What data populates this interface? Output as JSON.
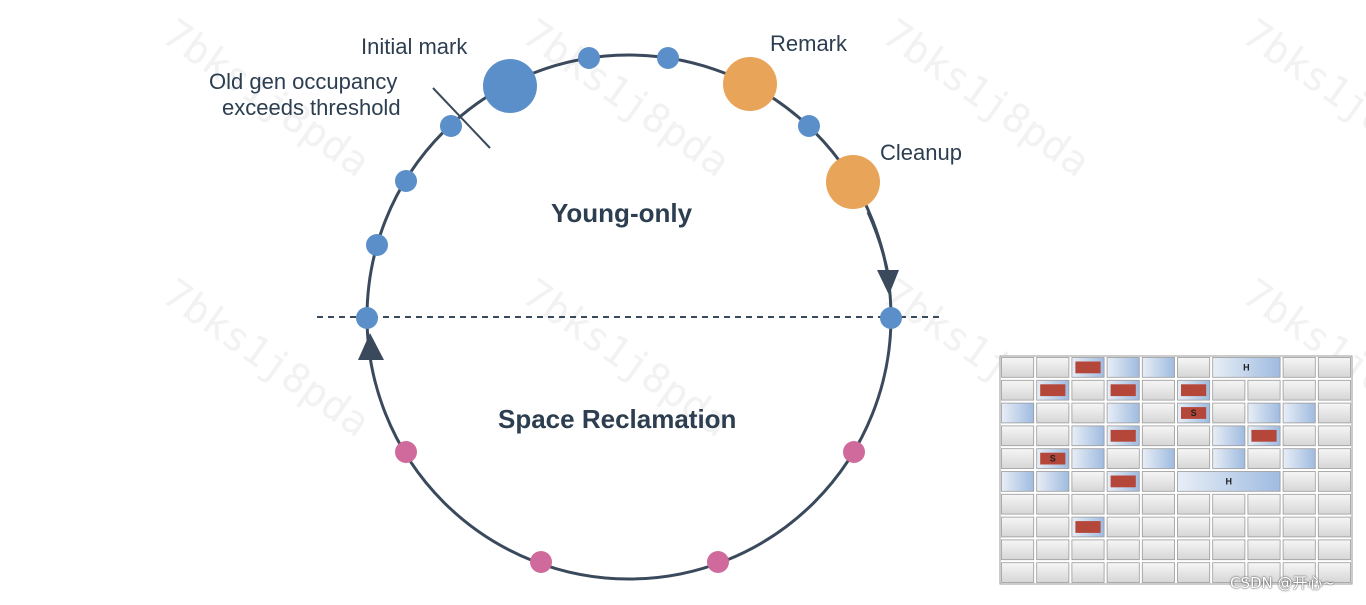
{
  "labels": {
    "initial_mark": "Initial mark",
    "old_gen_line1": "Old gen occupancy",
    "old_gen_line2": "exceeds threshold",
    "remark": "Remark",
    "cleanup": "Cleanup",
    "young_only": "Young-only",
    "space_reclamation": "Space Reclamation"
  },
  "watermark": "7bks1j8pda",
  "credit": "CSDN @开心~",
  "colors": {
    "ring": "#3a4a5c",
    "young_gc": "#5b8fc9",
    "concurrent_phase": "#e8a55a",
    "mixed_gc": "#d06a9c",
    "region_border": "#9a9a9a",
    "region_fill": "#e6e6e6",
    "region_blue": "#b8cde6",
    "region_red": "#b5473a"
  },
  "heap_regions": {
    "rows": 10,
    "cols": 10,
    "blue": [
      [
        0,
        2
      ],
      [
        0,
        3
      ],
      [
        0,
        4
      ],
      [
        0,
        6
      ],
      [
        0,
        7
      ],
      [
        1,
        1
      ],
      [
        1,
        3
      ],
      [
        1,
        5
      ],
      [
        2,
        0
      ],
      [
        2,
        3
      ],
      [
        2,
        5
      ],
      [
        2,
        7
      ],
      [
        2,
        8
      ],
      [
        3,
        2
      ],
      [
        3,
        3
      ],
      [
        3,
        6
      ],
      [
        3,
        7
      ],
      [
        4,
        1
      ],
      [
        4,
        2
      ],
      [
        4,
        4
      ],
      [
        4,
        6
      ],
      [
        4,
        8
      ],
      [
        5,
        0
      ],
      [
        5,
        1
      ],
      [
        5,
        3
      ],
      [
        5,
        5
      ],
      [
        5,
        6
      ],
      [
        5,
        7
      ],
      [
        7,
        2
      ]
    ],
    "red": [
      [
        0,
        2
      ],
      [
        1,
        1
      ],
      [
        1,
        3
      ],
      [
        1,
        5
      ],
      [
        2,
        5
      ],
      [
        3,
        3
      ],
      [
        3,
        7
      ],
      [
        4,
        1
      ],
      [
        5,
        3
      ],
      [
        7,
        2
      ]
    ],
    "letters": [
      {
        "r": 0,
        "c": 6,
        "span": 2,
        "text": "H"
      },
      {
        "r": 2,
        "c": 5,
        "span": 1,
        "text": "S"
      },
      {
        "r": 4,
        "c": 1,
        "span": 1,
        "text": "S"
      },
      {
        "r": 5,
        "c": 5,
        "span": 3,
        "text": "H"
      }
    ]
  }
}
